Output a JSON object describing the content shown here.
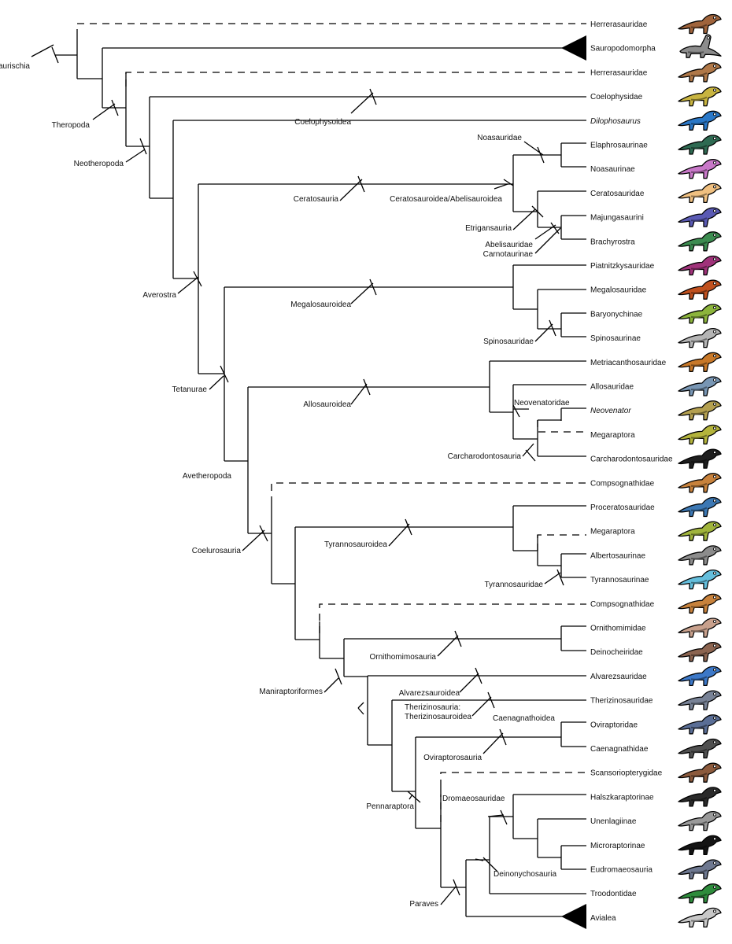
{
  "tips": [
    {
      "id": "t1",
      "text": "Herrerasauridae",
      "dashed": true
    },
    {
      "id": "t2",
      "text": "Sauropodomorpha",
      "collapsed": true
    },
    {
      "id": "t3",
      "text": "Herrerasauridae",
      "dashed": true
    },
    {
      "id": "t4",
      "text": "Coelophysidae"
    },
    {
      "id": "t5",
      "text": "Dilophosaurus",
      "italic": true
    },
    {
      "id": "t6",
      "text": "Elaphrosaurinae"
    },
    {
      "id": "t7",
      "text": "Noasaurinae"
    },
    {
      "id": "t8",
      "text": "Ceratosauridae"
    },
    {
      "id": "t9",
      "text": "Majungasaurini"
    },
    {
      "id": "t10",
      "text": "Brachyrostra"
    },
    {
      "id": "t11",
      "text": "Piatnitzkysauridae"
    },
    {
      "id": "t12",
      "text": "Megalosauridae"
    },
    {
      "id": "t13",
      "text": "Baryonychinae"
    },
    {
      "id": "t14",
      "text": "Spinosaurinae"
    },
    {
      "id": "t15",
      "text": "Metriacanthosauridae"
    },
    {
      "id": "t16",
      "text": "Allosauridae"
    },
    {
      "id": "t17",
      "text": "Neovenator",
      "italic": true
    },
    {
      "id": "t18",
      "text": "Megaraptora",
      "dashed": true
    },
    {
      "id": "t19",
      "text": "Carcharodontosauridae"
    },
    {
      "id": "t20",
      "text": "Compsognathidae",
      "dashed": true
    },
    {
      "id": "t21",
      "text": "Proceratosauridae"
    },
    {
      "id": "t22",
      "text": "Megaraptora",
      "dashed": true
    },
    {
      "id": "t23",
      "text": "Albertosaurinae"
    },
    {
      "id": "t24",
      "text": "Tyrannosaurinae"
    },
    {
      "id": "t25",
      "text": "Compsognathidae",
      "dashed": true
    },
    {
      "id": "t26",
      "text": "Ornithomimidae"
    },
    {
      "id": "t27",
      "text": "Deinocheiridae"
    },
    {
      "id": "t28",
      "text": "Alvarezsauridae"
    },
    {
      "id": "t29",
      "text": "Therizinosauridae"
    },
    {
      "id": "t30",
      "text": "Oviraptoridae"
    },
    {
      "id": "t31",
      "text": "Caenagnathidae"
    },
    {
      "id": "t32",
      "text": "Scansoriopterygidae",
      "dashed": true
    },
    {
      "id": "t33",
      "text": "Halszkaraptorinae"
    },
    {
      "id": "t34",
      "text": "Unenlagiinae"
    },
    {
      "id": "t35",
      "text": "Microraptorinae"
    },
    {
      "id": "t36",
      "text": "Eudromaeosauria"
    },
    {
      "id": "t37",
      "text": "Troodontidae"
    },
    {
      "id": "t38",
      "text": "Avialea",
      "collapsed": true
    }
  ],
  "node_labels": [
    {
      "text": "Saurischia"
    },
    {
      "text": "Theropoda"
    },
    {
      "text": "Neotheropoda"
    },
    {
      "text": "Coelophysoidea"
    },
    {
      "text": "Noasauridae"
    },
    {
      "text": "Ceratosauria"
    },
    {
      "text": "Ceratosauroidea/Abelisauroidea"
    },
    {
      "text": "Etrigansauria"
    },
    {
      "text": "Abelisauridae"
    },
    {
      "text": "Carnotaurinae"
    },
    {
      "text": "Averostra"
    },
    {
      "text": "Megalosauroidea"
    },
    {
      "text": "Spinosauridae"
    },
    {
      "text": "Tetanurae"
    },
    {
      "text": "Allosauroidea"
    },
    {
      "text": "Neovenatoridae"
    },
    {
      "text": "Carcharodontosauria"
    },
    {
      "text": "Avetheropoda"
    },
    {
      "text": "Coelurosauria"
    },
    {
      "text": "Tyrannosauroidea"
    },
    {
      "text": "Tyrannosauridae"
    },
    {
      "text": "Ornithomimosauria"
    },
    {
      "text": "Maniraptoriformes"
    },
    {
      "text": "Alvarezsauroidea"
    },
    {
      "text": "Therizinosauria:"
    },
    {
      "text": "Therizinosauroidea"
    },
    {
      "text": "Caenagnathoidea"
    },
    {
      "text": "Oviraptorosauria"
    },
    {
      "text": "Dromaeosauridae"
    },
    {
      "text": "Pennaraptora"
    },
    {
      "text": "Deinonychosauria"
    },
    {
      "text": "Paraves"
    }
  ],
  "icons": [
    {
      "name": "herrerasaurid-icon",
      "color": "#a0643c"
    },
    {
      "name": "sauropodomorph-icon",
      "color": "#8c8c8c"
    },
    {
      "name": "herrerasaurid-icon",
      "color": "#b07848"
    },
    {
      "name": "coelophysid-icon",
      "color": "#c8b440"
    },
    {
      "name": "dilophosaurus-icon",
      "color": "#2a78c8"
    },
    {
      "name": "elaphrosaurine-icon",
      "color": "#2e6a52"
    },
    {
      "name": "noasaurine-icon",
      "color": "#c878c8"
    },
    {
      "name": "ceratosaurid-icon",
      "color": "#f0c080"
    },
    {
      "name": "majungasaurin-icon",
      "color": "#5a5ab4"
    },
    {
      "name": "brachyrostran-icon",
      "color": "#3c8c50"
    },
    {
      "name": "piatnitzkysaurid-icon",
      "color": "#a0327a"
    },
    {
      "name": "megalosaurid-icon",
      "color": "#c0501e"
    },
    {
      "name": "baryonychine-icon",
      "color": "#8cb43c"
    },
    {
      "name": "spinosaurine-icon",
      "color": "#b4b4b4"
    },
    {
      "name": "metriacanthosaurid-icon",
      "color": "#c87828"
    },
    {
      "name": "allosaurid-icon",
      "color": "#7896b4"
    },
    {
      "name": "neovenator-icon",
      "color": "#b4a050"
    },
    {
      "name": "megaraptoran-icon",
      "color": "#b4b43c"
    },
    {
      "name": "carcharodontosaurid-icon",
      "color": "#1e1e1e"
    },
    {
      "name": "compsognathid-icon",
      "color": "#c8823c"
    },
    {
      "name": "proceratosaurid-icon",
      "color": "#3c78b4"
    },
    {
      "name": "megaraptoran-icon",
      "color": "#a0b43c"
    },
    {
      "name": "albertosaurine-icon",
      "color": "#8c8c8c"
    },
    {
      "name": "tyrannosaurine-icon",
      "color": "#64bedc"
    },
    {
      "name": "compsognathid-icon",
      "color": "#c8823c"
    },
    {
      "name": "ornithomimid-icon",
      "color": "#c8a08c"
    },
    {
      "name": "deinocheirid-icon",
      "color": "#8c6450"
    },
    {
      "name": "alvarezsaurid-icon",
      "color": "#3c78c8"
    },
    {
      "name": "therizinosaurid-icon",
      "color": "#788296"
    },
    {
      "name": "oviraptorid-icon",
      "color": "#5a6e96"
    },
    {
      "name": "caenagnathid-icon",
      "color": "#505050"
    },
    {
      "name": "scansoriopterygid-icon",
      "color": "#8c5a3c"
    },
    {
      "name": "halszkaraptorine-icon",
      "color": "#2a2a2a"
    },
    {
      "name": "unenlagiine-icon",
      "color": "#9a9a9a"
    },
    {
      "name": "microraptorine-icon",
      "color": "#141414"
    },
    {
      "name": "eudromaeosaur-icon",
      "color": "#6e7890"
    },
    {
      "name": "troodontid-icon",
      "color": "#2e8c3c"
    },
    {
      "name": "avialan-icon",
      "color": "#c8c8c8"
    }
  ]
}
